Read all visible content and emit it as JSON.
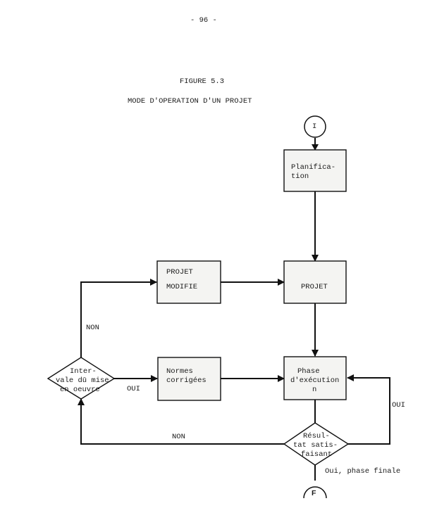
{
  "page_number": "- 96 -",
  "figure": {
    "label": "FIGURE 5.3",
    "title": "MODE D'OPERATION D'UN PROJET"
  },
  "nodes": {
    "start": "I",
    "planification": [
      "Planifica-",
      "tion"
    ],
    "projet_modifie": [
      "PROJET",
      "MODIFIE"
    ],
    "projet": "PROJET",
    "normes_corrigees": [
      "Normes",
      "corrigées"
    ],
    "phase_execution": [
      "Phase",
      "d'exécution",
      "n"
    ],
    "intervale": [
      "Inter-",
      "vale dū mise",
      "en oeuvre"
    ],
    "resultat": [
      "Résul-",
      "tat satis-",
      "faisant"
    ],
    "end": "F"
  },
  "edge_labels": {
    "intervale_non": "NON",
    "intervale_oui": "OUI",
    "resultat_non": "NON",
    "resultat_oui": "OUI",
    "resultat_final": "Oui, phase finale"
  }
}
